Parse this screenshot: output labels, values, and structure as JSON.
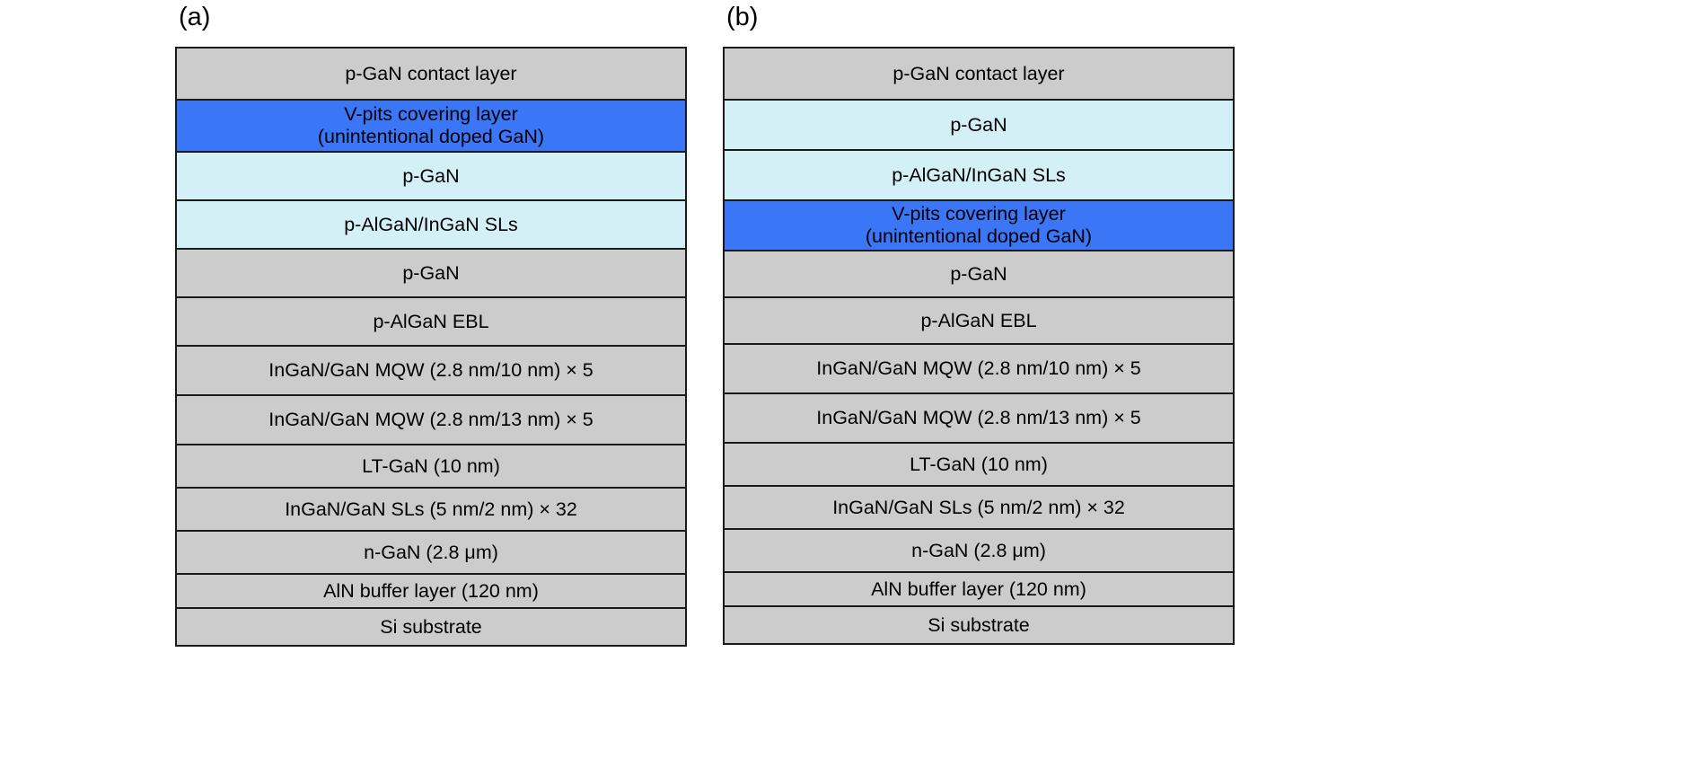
{
  "figure": {
    "background_color": "#ffffff",
    "colors": {
      "gray_layer": "#cccccc",
      "blue_layer": "#3b76f6",
      "cyan_layer": "#d4f0f7",
      "border": "#1a1a1a",
      "text": "#000000"
    }
  },
  "panels": [
    {
      "label": "(a)",
      "layers": [
        {
          "text": "p-GaN contact layer",
          "fill": "gray",
          "height": 58
        },
        {
          "text": "V-pits covering layer\n(unintentional doped GaN)",
          "fill": "blue",
          "height": 58
        },
        {
          "text": "p-GaN",
          "fill": "cyan",
          "height": 54
        },
        {
          "text": "p-AlGaN/InGaN SLs",
          "fill": "cyan",
          "height": 54
        },
        {
          "text": "p-GaN",
          "fill": "gray",
          "height": 54
        },
        {
          "text": "p-AlGaN EBL",
          "fill": "gray",
          "height": 54
        },
        {
          "text": "InGaN/GaN MQW (2.8 nm/10 nm) × 5",
          "fill": "gray",
          "height": 55
        },
        {
          "text": "InGaN/GaN MQW (2.8 nm/13 nm) × 5",
          "fill": "gray",
          "height": 55
        },
        {
          "text": "LT-GaN (10 nm)",
          "fill": "gray",
          "height": 48
        },
        {
          "text": "InGaN/GaN SLs (5 nm/2 nm) × 32",
          "fill": "gray",
          "height": 48
        },
        {
          "text": "n-GaN (2.8 μm)",
          "fill": "gray",
          "height": 48
        },
        {
          "text": "AlN buffer layer (120 nm)",
          "fill": "gray",
          "height": 38
        },
        {
          "text": "Si substrate",
          "fill": "gray",
          "height": 40
        }
      ]
    },
    {
      "label": "(b)",
      "layers": [
        {
          "text": "p-GaN contact layer",
          "fill": "gray",
          "height": 58
        },
        {
          "text": "p-GaN",
          "fill": "cyan",
          "height": 56
        },
        {
          "text": "p-AlGaN/InGaN SLs",
          "fill": "cyan",
          "height": 56
        },
        {
          "text": "V-pits covering layer\n(unintentional doped GaN)",
          "fill": "blue",
          "height": 56
        },
        {
          "text": "p-GaN",
          "fill": "gray",
          "height": 52
        },
        {
          "text": "p-AlGaN EBL",
          "fill": "gray",
          "height": 52
        },
        {
          "text": "InGaN/GaN MQW (2.8 nm/10 nm) × 5",
          "fill": "gray",
          "height": 55
        },
        {
          "text": "InGaN/GaN MQW (2.8 nm/13 nm) × 5",
          "fill": "gray",
          "height": 55
        },
        {
          "text": "LT-GaN (10 nm)",
          "fill": "gray",
          "height": 48
        },
        {
          "text": "InGaN/GaN SLs (5 nm/2 nm) × 32",
          "fill": "gray",
          "height": 48
        },
        {
          "text": "n-GaN (2.8 μm)",
          "fill": "gray",
          "height": 48
        },
        {
          "text": "AlN buffer layer (120 nm)",
          "fill": "gray",
          "height": 38
        },
        {
          "text": "Si substrate",
          "fill": "gray",
          "height": 40
        }
      ]
    }
  ]
}
